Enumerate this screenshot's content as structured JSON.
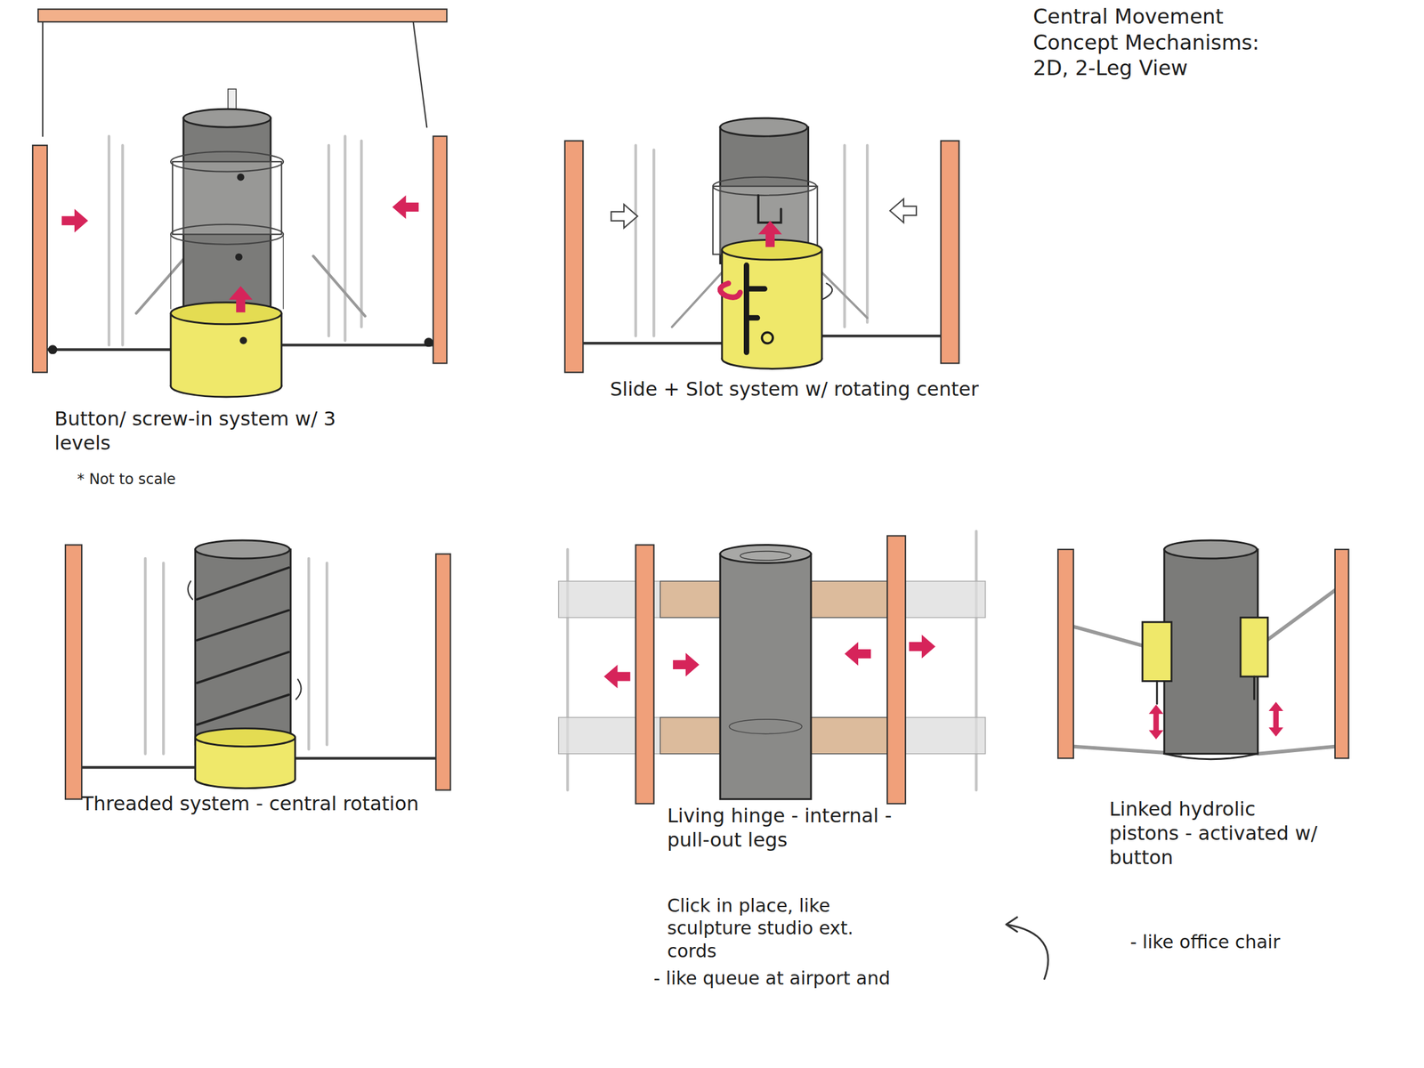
{
  "diagram": {
    "title": "Central Movement Concept Mechanisms: 2D, 2-Leg View",
    "labels": [
      "Button/ screw-in system w/ 3 levels",
      "* Not to scale",
      "Slide + Slot system w/ rotating center",
      "Threaded system - central rotation",
      "Living hinge - internal - pull-out legs",
      "Click in place, like sculpture studio ext. cords",
      "- like queue at airport and",
      "Linked hydrolic pistons - activated w/ button",
      "- like office chair"
    ]
  }
}
